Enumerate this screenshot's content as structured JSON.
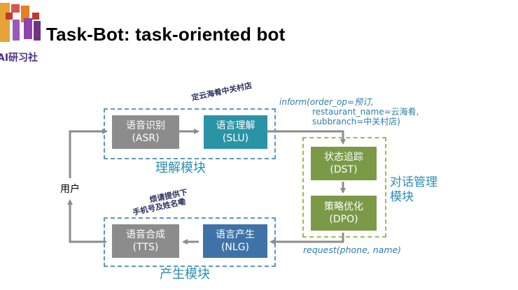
{
  "header": {
    "title": "Task-Bot: task-oriented bot",
    "logo_text": "AI研习社"
  },
  "diagram": {
    "user": "用户",
    "understanding_module": "理解模块",
    "generation_module": "产生模块",
    "dialog_management": [
      "对话管理",
      "模块"
    ],
    "top_query": "定云海肴中关村店",
    "bottom_query": [
      "烦请提供下",
      "手机号及姓名嘞"
    ],
    "inform_lines": [
      "inform(order_op=预订,",
      "restaurant_name=云海肴,",
      "subbranch=中关村店)"
    ],
    "request": "request(phone, name)",
    "nodes": {
      "asr": {
        "cn": "语音识别",
        "en": "(ASR)"
      },
      "slu": {
        "cn": "语言理解",
        "en": "(SLU)"
      },
      "dst": {
        "cn": "状态追踪",
        "en": "(DST)"
      },
      "dpo": {
        "cn": "策略优化",
        "en": "(DPO)"
      },
      "tts": {
        "cn": "语音合成",
        "en": "(TTS)"
      },
      "nlg": {
        "cn": "语言产生",
        "en": "(NLG)"
      }
    }
  },
  "colors": {
    "gray_node": "#8c8c8c",
    "teal_node": "#2a93a6",
    "green_node": "#7b9a48",
    "blue_node": "#3f73a8",
    "arrow": "#8c8c8c"
  }
}
